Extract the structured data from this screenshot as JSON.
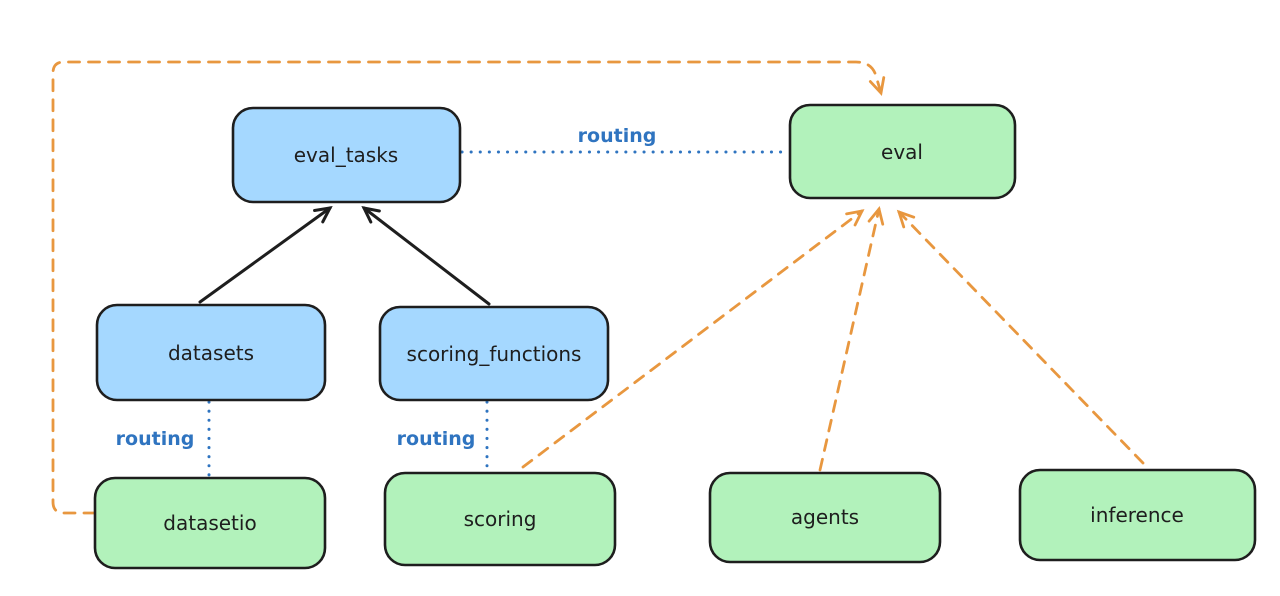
{
  "canvas": {
    "background": "#ffffff"
  },
  "colors": {
    "node_border": "#1e1e1e",
    "blue_node_fill": "#a5d8ff",
    "green_node_fill": "#b2f2bb",
    "solid_arrow": "#1e1e1e",
    "dashed_arrow_orange": "#e8973f",
    "routing_blue": "#2f74c0"
  },
  "nodes": {
    "eval_tasks": {
      "label": "eval_tasks",
      "fill": "blue"
    },
    "eval": {
      "label": "eval",
      "fill": "green"
    },
    "datasets": {
      "label": "datasets",
      "fill": "blue"
    },
    "scoring_functions": {
      "label": "scoring_functions",
      "fill": "blue"
    },
    "datasetio": {
      "label": "datasetio",
      "fill": "green"
    },
    "scoring": {
      "label": "scoring",
      "fill": "green"
    },
    "agents": {
      "label": "agents",
      "fill": "green"
    },
    "inference": {
      "label": "inference",
      "fill": "green"
    }
  },
  "edges": {
    "datasets_to_eval_tasks": {
      "from": "datasets",
      "to": "eval_tasks",
      "style": "solid-arrow",
      "label": ""
    },
    "scoring_functions_to_eval_tasks": {
      "from": "scoring_functions",
      "to": "eval_tasks",
      "style": "solid-arrow",
      "label": ""
    },
    "eval_tasks_to_eval": {
      "from": "eval_tasks",
      "to": "eval",
      "style": "dotted",
      "label": "routing"
    },
    "datasets_to_datasetio": {
      "from": "datasets",
      "to": "datasetio",
      "style": "dotted",
      "label": "routing"
    },
    "scoring_functions_to_scoring": {
      "from": "scoring_functions",
      "to": "scoring",
      "style": "dotted",
      "label": "routing"
    },
    "datasetio_to_eval": {
      "from": "datasetio",
      "to": "eval",
      "style": "dashed-arrow",
      "label": ""
    },
    "scoring_to_eval": {
      "from": "scoring",
      "to": "eval",
      "style": "dashed-arrow",
      "label": ""
    },
    "agents_to_eval": {
      "from": "agents",
      "to": "eval",
      "style": "dashed-arrow",
      "label": ""
    },
    "inference_to_eval": {
      "from": "inference",
      "to": "eval",
      "style": "dashed-arrow",
      "label": ""
    }
  }
}
